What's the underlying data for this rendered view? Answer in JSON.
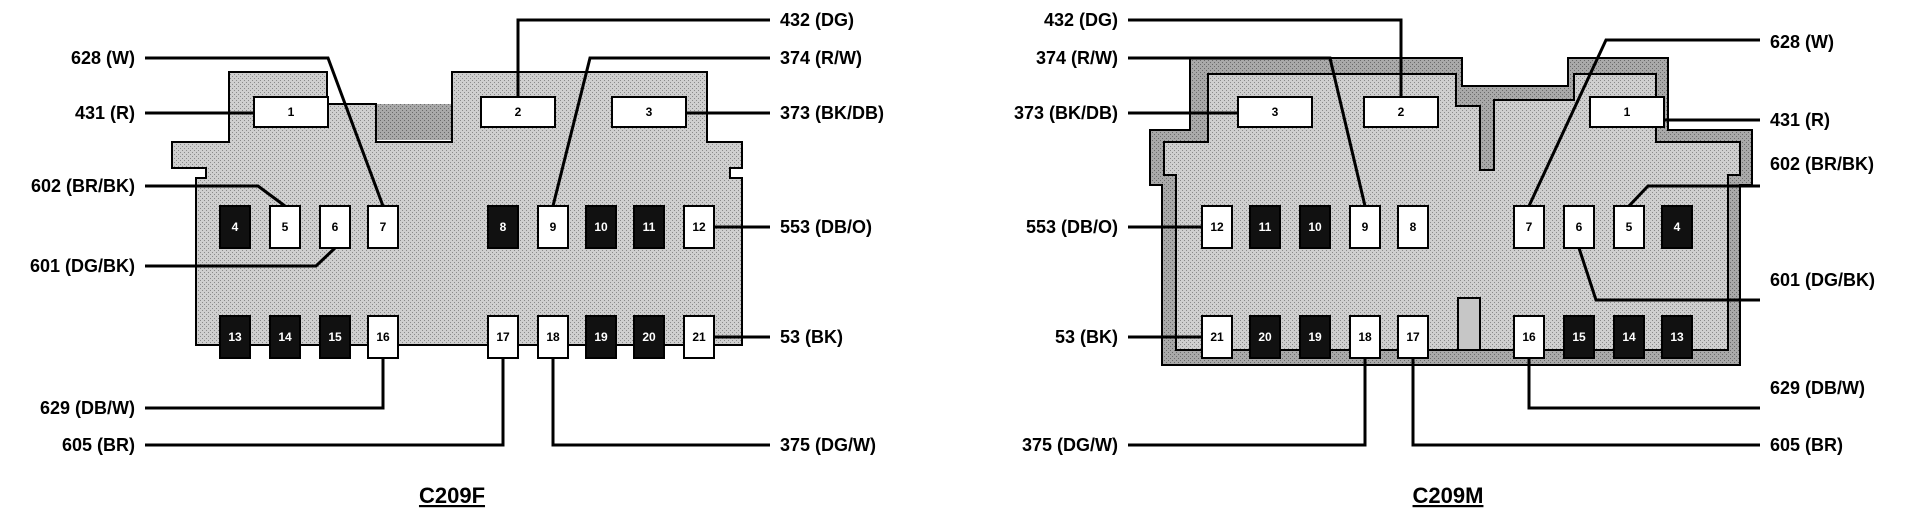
{
  "left_connector": {
    "title": "C209F",
    "pins": [
      {
        "num": "1",
        "fill": "white"
      },
      {
        "num": "2",
        "fill": "white"
      },
      {
        "num": "3",
        "fill": "white"
      },
      {
        "num": "4",
        "fill": "black"
      },
      {
        "num": "5",
        "fill": "white"
      },
      {
        "num": "6",
        "fill": "white"
      },
      {
        "num": "7",
        "fill": "white"
      },
      {
        "num": "8",
        "fill": "black"
      },
      {
        "num": "9",
        "fill": "white"
      },
      {
        "num": "10",
        "fill": "black"
      },
      {
        "num": "11",
        "fill": "black"
      },
      {
        "num": "12",
        "fill": "white"
      },
      {
        "num": "13",
        "fill": "black"
      },
      {
        "num": "14",
        "fill": "black"
      },
      {
        "num": "15",
        "fill": "black"
      },
      {
        "num": "16",
        "fill": "white"
      },
      {
        "num": "17",
        "fill": "white"
      },
      {
        "num": "18",
        "fill": "white"
      },
      {
        "num": "19",
        "fill": "black"
      },
      {
        "num": "20",
        "fill": "black"
      },
      {
        "num": "21",
        "fill": "white"
      }
    ],
    "wires": [
      {
        "label": "628 (W)",
        "pin": "7"
      },
      {
        "label": "431 (R)",
        "pin": "1"
      },
      {
        "label": "602 (BR/BK)",
        "pin": "5"
      },
      {
        "label": "601 (DG/BK)",
        "pin": "6"
      },
      {
        "label": "629 (DB/W)",
        "pin": "16"
      },
      {
        "label": "605 (BR)",
        "pin": "17"
      },
      {
        "label": "432 (DG)",
        "pin": "2"
      },
      {
        "label": "374 (R/W)",
        "pin": "9"
      },
      {
        "label": "373 (BK/DB)",
        "pin": "3"
      },
      {
        "label": "553 (DB/O)",
        "pin": "12"
      },
      {
        "label": "53 (BK)",
        "pin": "21"
      },
      {
        "label": "375 (DG/W)",
        "pin": "18"
      }
    ]
  },
  "right_connector": {
    "title": "C209M",
    "pins": [
      {
        "num": "3",
        "fill": "white"
      },
      {
        "num": "2",
        "fill": "white"
      },
      {
        "num": "1",
        "fill": "white"
      },
      {
        "num": "12",
        "fill": "white"
      },
      {
        "num": "11",
        "fill": "black"
      },
      {
        "num": "10",
        "fill": "black"
      },
      {
        "num": "9",
        "fill": "white"
      },
      {
        "num": "8",
        "fill": "white"
      },
      {
        "num": "7",
        "fill": "white"
      },
      {
        "num": "6",
        "fill": "white"
      },
      {
        "num": "5",
        "fill": "white"
      },
      {
        "num": "4",
        "fill": "black"
      },
      {
        "num": "21",
        "fill": "white"
      },
      {
        "num": "20",
        "fill": "black"
      },
      {
        "num": "19",
        "fill": "black"
      },
      {
        "num": "18",
        "fill": "white"
      },
      {
        "num": "17",
        "fill": "white"
      },
      {
        "num": "16",
        "fill": "white"
      },
      {
        "num": "15",
        "fill": "black"
      },
      {
        "num": "14",
        "fill": "black"
      },
      {
        "num": "13",
        "fill": "black"
      }
    ],
    "wires": [
      {
        "label": "432 (DG)",
        "pin": "2"
      },
      {
        "label": "374 (R/W)",
        "pin": "9"
      },
      {
        "label": "373 (BK/DB)",
        "pin": "3"
      },
      {
        "label": "553 (DB/O)",
        "pin": "12"
      },
      {
        "label": "53 (BK)",
        "pin": "21"
      },
      {
        "label": "375 (DG/W)",
        "pin": "18"
      },
      {
        "label": "628 (W)",
        "pin": "7"
      },
      {
        "label": "431 (R)",
        "pin": "1"
      },
      {
        "label": "602 (BR/BK)",
        "pin": "5"
      },
      {
        "label": "601 (DG/BK)",
        "pin": "6"
      },
      {
        "label": "629 (DB/W)",
        "pin": "16"
      },
      {
        "label": "605 (BR)",
        "pin": "17"
      }
    ]
  }
}
